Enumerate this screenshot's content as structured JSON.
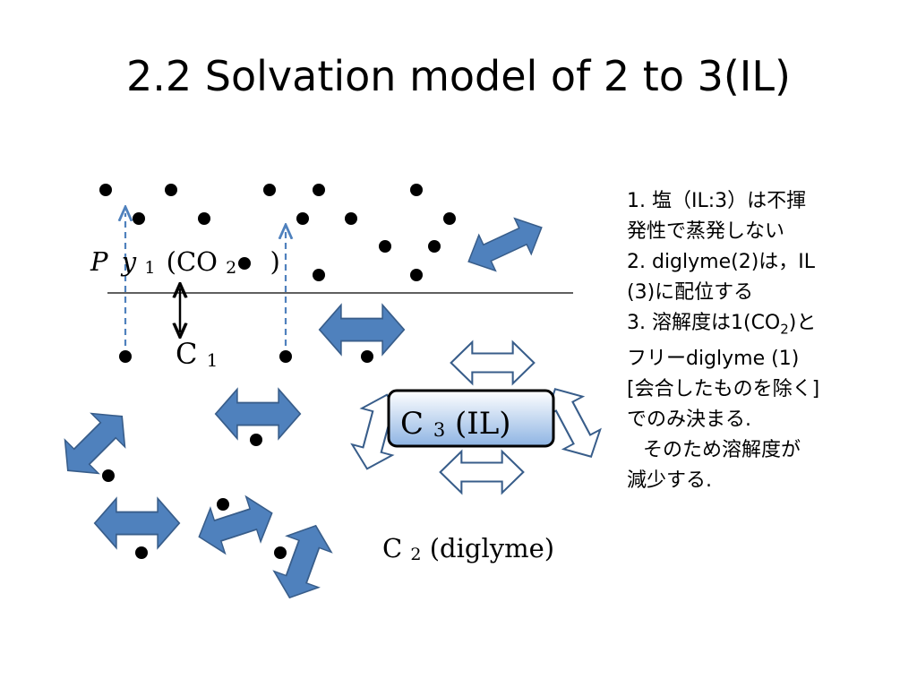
{
  "slide": {
    "title": "2.2 Solvation model of 2 to 3(IL)"
  },
  "diagram": {
    "gas_label": {
      "p": "P",
      "y": "y",
      "sub": "1",
      "species": "(CO",
      "species_sub": "2",
      "close": ")"
    },
    "c1_label": {
      "c": "C",
      "sub": "1"
    },
    "c3_label": {
      "c": "C",
      "sub": "3",
      "rest": " (IL)"
    },
    "c2_label": {
      "c": "C",
      "sub": "2",
      "rest": "(diglyme)"
    },
    "colors": {
      "arrow_fill": "#4f81bd",
      "arrow_stroke": "#385d8a",
      "outline_arrow_stroke": "#385d8a",
      "c3_box_top": "#ffffff",
      "c3_box_bottom": "#8eb4e3",
      "dashed_arrow": "#4f81bd"
    }
  },
  "notes": {
    "line1": "1.  塩（IL:3）は不揮",
    "line2": "発性で蒸発しない",
    "line3": "2.  diglyme(2)は，IL",
    "line4": "(3)に配位する",
    "line5_pre": "3. 溶解度は1(CO",
    "line5_sub": "2",
    "line5_post": ")と",
    "line6": "フリーdiglyme   (1)",
    "line7": "[会合したものを除く]",
    "line8": "でのみ決まる.",
    "line9": "そのため溶解度が",
    "line10": "減少する."
  }
}
